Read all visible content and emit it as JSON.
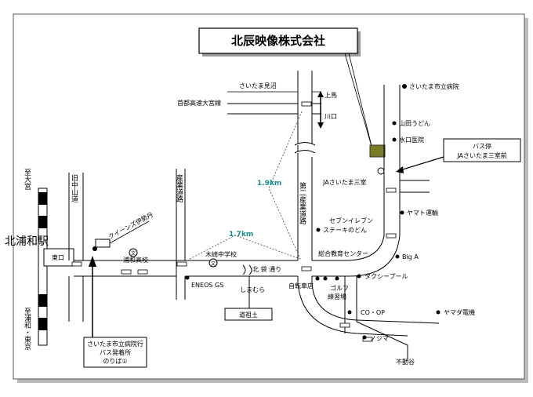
{
  "title": "北辰映像株式会社",
  "streets": {
    "saitama_minuma": "さいたま見沼",
    "shuto_omiya": "首都高速大宮線",
    "kamiba": "上馬",
    "kawaguchi": "川口",
    "nakasendo": "旧中山道",
    "sangyo_doro": "産業道路",
    "daini_sangyo_doro": "第二産業道路",
    "kitakoku_dori": "北 袋 通り"
  },
  "distances": {
    "d1": "1.9km",
    "d2": "1.7km"
  },
  "places": {
    "hospital": "さいたま市立病院",
    "yamada_udon": "山田うどん",
    "mizuguchi": "水口医院",
    "ja_saitama": "JAさいたま三室",
    "yamato": "ヤマト運輸",
    "seven_eleven": "セブンイレブン",
    "steak": "ステーキのどん",
    "sogo_kyoiku": "総合教育センター",
    "big_a": "Big A",
    "taxi_pool": "タクシープール",
    "queens_isetan": "クイーンズ伊勢丹",
    "urawa_koko": "浦和高校",
    "kizaki_chu": "木崎中学校",
    "eneos": "ENEOS GS",
    "shimamura": "しまむら",
    "jitensha": "自転車店",
    "golf": "ゴルフ\n練習場",
    "co_op": "CO・OP",
    "yamada_denki": "ヤマダ電機",
    "nojima": "ノジマ",
    "fudoya": "不動谷",
    "michisodo": "道祖土",
    "higashiguchi": "東口"
  },
  "station": {
    "name": "北浦和駅",
    "to_omiya": "至大宮",
    "to_tokyo": "至浦和・東京"
  },
  "callouts": {
    "bus_stop_title": "バス停",
    "bus_stop_name": "JAさいたま三室前",
    "bus_depart_1": "さいたま市立病院行",
    "bus_depart_2": "バス発着所",
    "bus_depart_3": "のりば①"
  }
}
